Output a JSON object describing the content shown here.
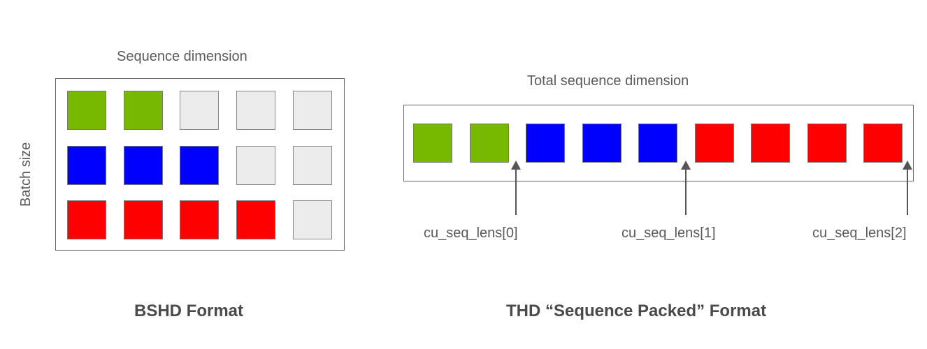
{
  "bshd": {
    "seq_label": "Sequence dimension",
    "batch_label": "Batch size",
    "title": "BSHD Format",
    "grid": [
      [
        "green",
        "green",
        "empty",
        "empty",
        "empty"
      ],
      [
        "blue",
        "blue",
        "blue",
        "empty",
        "empty"
      ],
      [
        "red",
        "red",
        "red",
        "red",
        "empty"
      ]
    ]
  },
  "thd": {
    "seq_label": "Total sequence dimension",
    "title": "THD “Sequence Packed” Format",
    "row": [
      "green",
      "green",
      "blue",
      "blue",
      "blue",
      "red",
      "red",
      "red",
      "red"
    ],
    "pointers": [
      "cu_seq_lens[0]",
      "cu_seq_lens[1]",
      "cu_seq_lens[2]"
    ]
  },
  "colors": {
    "green": "#76b900",
    "blue": "#0000ff",
    "red": "#ff0000",
    "empty": "#ececec"
  }
}
